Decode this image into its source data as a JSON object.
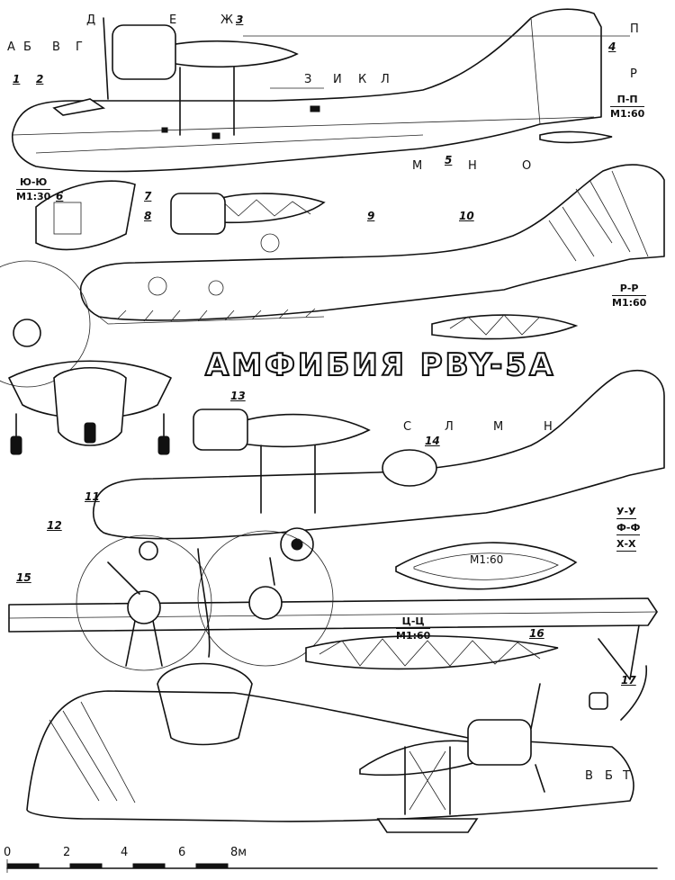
{
  "title": "АМФИБИЯ PBY-5A",
  "section_letters_top": [
    "А",
    "Б",
    "В",
    "Г",
    "Д",
    "Е",
    "Ж",
    "З",
    "И",
    "К",
    "Л",
    "М",
    "Н",
    "О",
    "П",
    "Р"
  ],
  "section_letters_side3": [
    "С",
    "Л",
    "М",
    "Н"
  ],
  "section_letters_bottom": [
    "В",
    "Б",
    "Т"
  ],
  "sections": [
    {
      "name": "П-П",
      "scale": "М1:60"
    },
    {
      "name": "Ю-Ю",
      "scale": "М1:30"
    },
    {
      "name": "Р-Р",
      "scale": "М1:60"
    },
    {
      "name": "У-У",
      "scale": ""
    },
    {
      "name": "Ф-Ф",
      "scale": ""
    },
    {
      "name": "Х-Х",
      "scale": ""
    },
    {
      "name": "Ц-Ц",
      "scale": "М1:60"
    }
  ],
  "float_section_scale": "М1:60",
  "callouts": [
    "1",
    "2",
    "3",
    "4",
    "5",
    "6",
    "7",
    "8",
    "9",
    "10",
    "11",
    "12",
    "13",
    "14",
    "15",
    "16",
    "17"
  ],
  "scale_bar": {
    "ticks": [
      "0",
      "2",
      "4",
      "6",
      "8м"
    ]
  }
}
